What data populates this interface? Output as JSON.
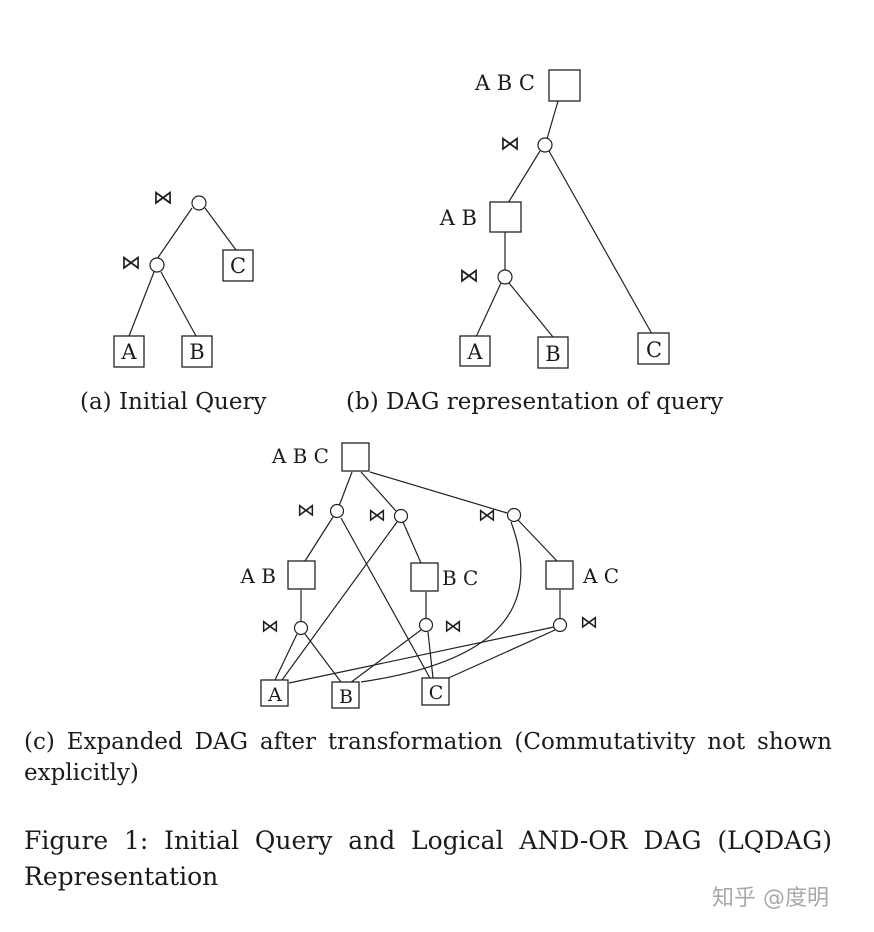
{
  "join_symbol": "⋈",
  "panel_a": {
    "caption": "(a) Initial Query",
    "leaves": {
      "a": "A",
      "b": "B",
      "c": "C"
    }
  },
  "panel_b": {
    "caption": "(b) DAG representation of query",
    "set_labels": {
      "abc": "A B C",
      "ab": "A B"
    },
    "leaves": {
      "a": "A",
      "b": "B",
      "c": "C"
    }
  },
  "panel_c": {
    "caption": "(c) Expanded DAG after transformation (Commutativity not shown explicitly)",
    "set_labels": {
      "abc": "A B C",
      "ab": "A B",
      "bc": "B C",
      "ac": "A C"
    },
    "leaves": {
      "a": "A",
      "b": "B",
      "c": "C"
    }
  },
  "figure_caption": "Figure 1: Initial Query and Logical AND-OR DAG (LQDAG) Representation",
  "watermark": "知乎 @度明"
}
